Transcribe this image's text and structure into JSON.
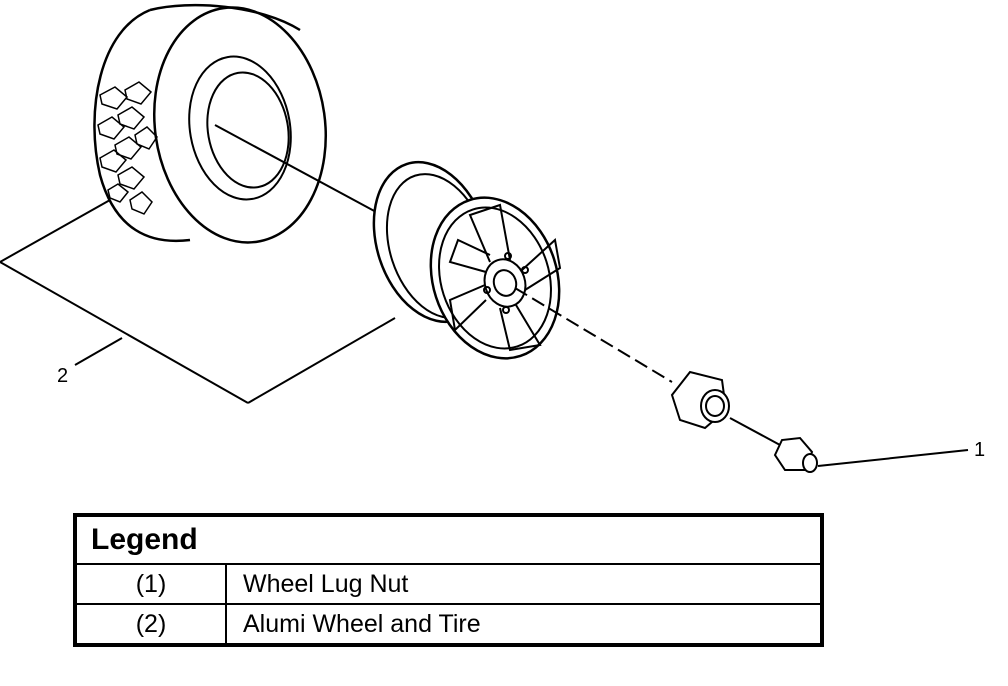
{
  "callouts": [
    {
      "id": "1",
      "label": "1"
    },
    {
      "id": "2",
      "label": "2"
    }
  ],
  "legend": {
    "title": "Legend",
    "rows": [
      {
        "num": "(1)",
        "text": "Wheel Lug Nut"
      },
      {
        "num": "(2)",
        "text": "Alumi Wheel and Tire"
      }
    ]
  }
}
